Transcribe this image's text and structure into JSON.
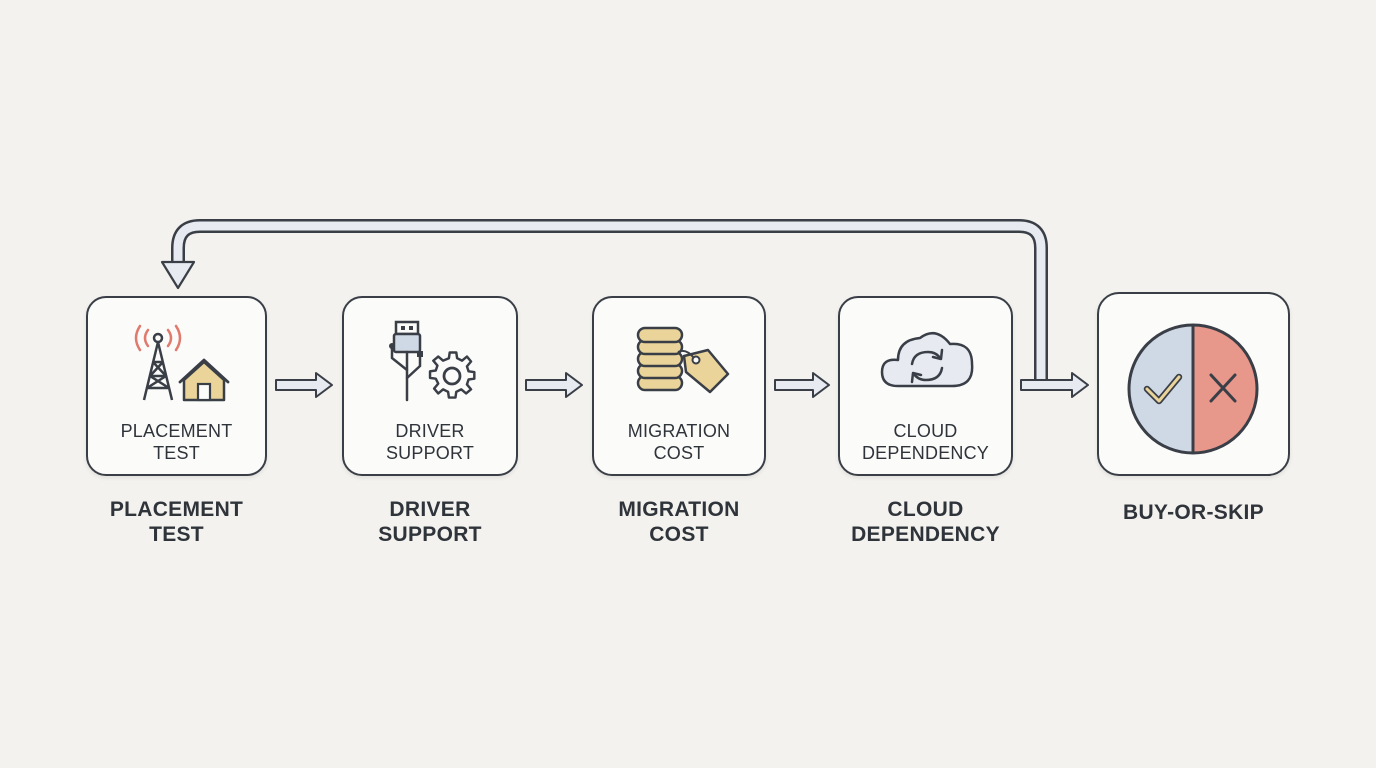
{
  "colors": {
    "background": "#f3f2ee",
    "box_border": "#3a3f47",
    "arrow_fill": "#e7ebf1",
    "arrow_stroke": "#3a3f47",
    "yes_blue": "#cfd9e6",
    "no_red": "#e8978b",
    "accent_gold": "#ead49a",
    "signal_red": "#e07a6d"
  },
  "steps": [
    {
      "icon": "tower-house-icon",
      "box_label": [
        "PLACEMENT",
        "TEST"
      ],
      "caption": [
        "PLACEMENT",
        "TEST"
      ]
    },
    {
      "icon": "usb-gear-icon",
      "box_label": [
        "DRIVER",
        "SUPPORT"
      ],
      "caption": [
        "DRIVER",
        "SUPPORT"
      ]
    },
    {
      "icon": "coins-tag-icon",
      "box_label": [
        "MIGRATION",
        "COST"
      ],
      "caption": [
        "MIGRATION",
        "COST"
      ]
    },
    {
      "icon": "cloud-sync-icon",
      "box_label": [
        "CLOUD",
        "DEPENDENCY"
      ],
      "caption": [
        "CLOUD",
        "DEPENDENCY"
      ]
    }
  ],
  "decision": {
    "icon": "check-cross-circle-icon",
    "caption": "BUY-OR-SKIP"
  }
}
